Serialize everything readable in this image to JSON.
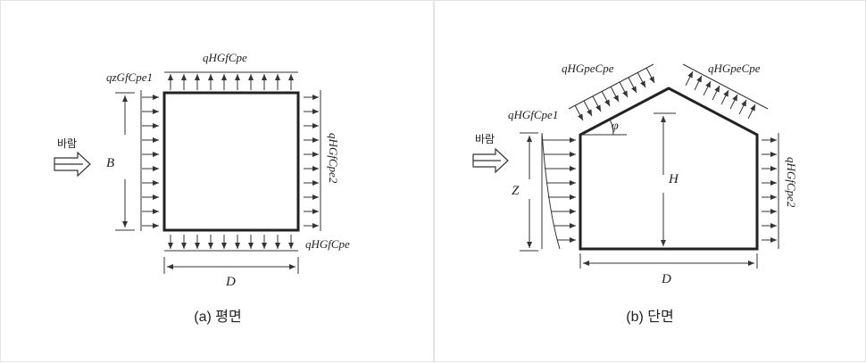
{
  "panel_a": {
    "caption": "(a) 평면",
    "wind_label": "바람",
    "labels": {
      "top": "qHGfCpe",
      "left": "qzGfCpe1",
      "right": "qHGfCpe2",
      "bottom": "qHGfCpe",
      "side_dim": "B",
      "width_dim": "D"
    }
  },
  "panel_b": {
    "caption": "(b) 단면",
    "wind_label": "바람",
    "labels": {
      "roof_left": "qHGpeCpe",
      "roof_right": "qHGpeCpe",
      "wall_left": "qHGfCpe1",
      "wall_right": "qHGfCpe2",
      "angle": "φ",
      "height_dim": "H",
      "z_dim": "Z",
      "width_dim": "D"
    }
  }
}
